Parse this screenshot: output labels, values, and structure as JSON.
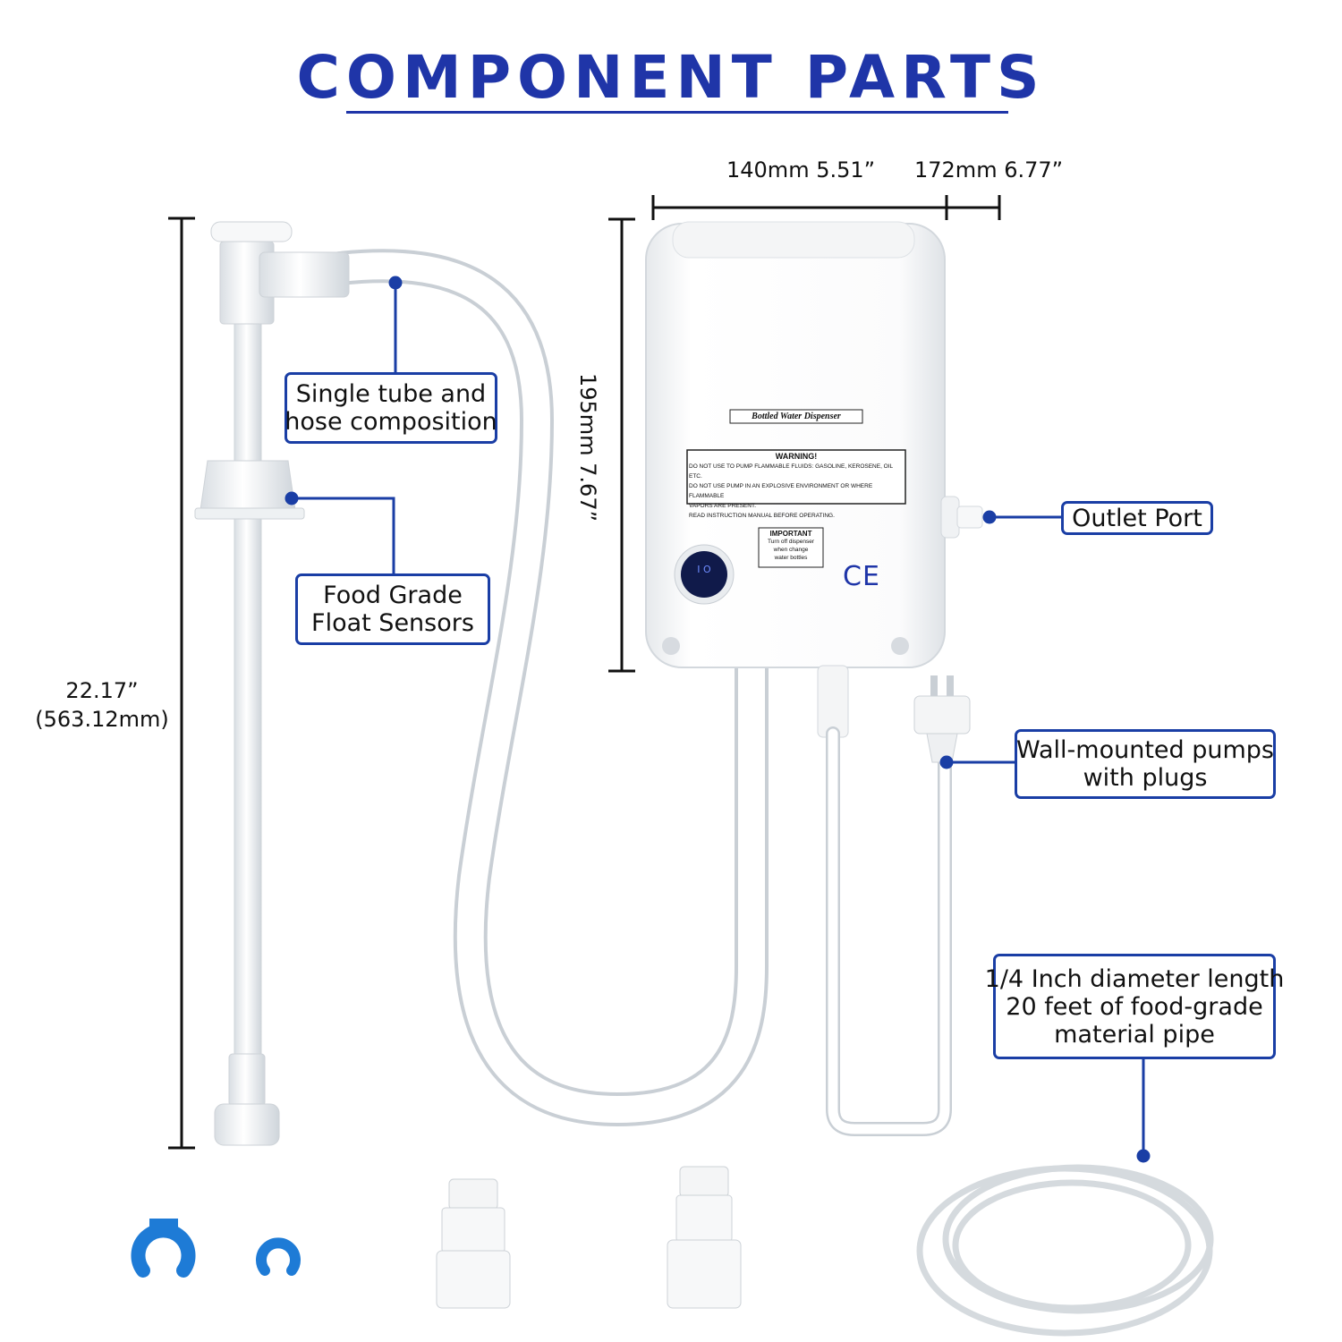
{
  "title": "COMPONENT PARTS",
  "dimensions": {
    "width_label": "140mm 5.51”",
    "depth_label": "172mm 6.77”",
    "height_label": "195mm 7.67”",
    "tube_length_inch": "22.17”",
    "tube_length_mm": "(563.12mm)"
  },
  "callouts": {
    "tube": [
      "Single tube and",
      "hose composition"
    ],
    "float": [
      "Food Grade",
      "Float Sensors"
    ],
    "outlet": [
      "Outlet Port"
    ],
    "plug": [
      "Wall-mounted pumps",
      "with plugs"
    ],
    "pipe": [
      "1/4 Inch diameter length",
      "20 feet of food-grade",
      "material pipe"
    ]
  },
  "pump_labels": {
    "brand_plate": "Bottled Water Dispenser",
    "warning_title": "WARNING!",
    "warning_lines": [
      "DO NOT USE TO PUMP FLAMMABLE FLUIDS: GASOLINE, KEROSENE, OIL ETC.",
      "DO NOT USE PUMP IN AN EXPLOSIVE ENVIRONMENT OR WHERE FLAMMABLE",
      "VAPORS ARE PRESENT.",
      "READ INSTRUCTION MANUAL BEFORE OPERATING."
    ],
    "important_title": "IMPORTANT",
    "important_lines": [
      "Turn off dispenser",
      "when change",
      "water bottles"
    ],
    "ce_mark": "CE",
    "switch_symbols": "I O"
  },
  "colors": {
    "accent": "#1f35a8",
    "callout_border": "#1a3ea5",
    "leader": "#1a3ea5",
    "clip": "#1e7bd6",
    "switch": "#101a4a"
  }
}
